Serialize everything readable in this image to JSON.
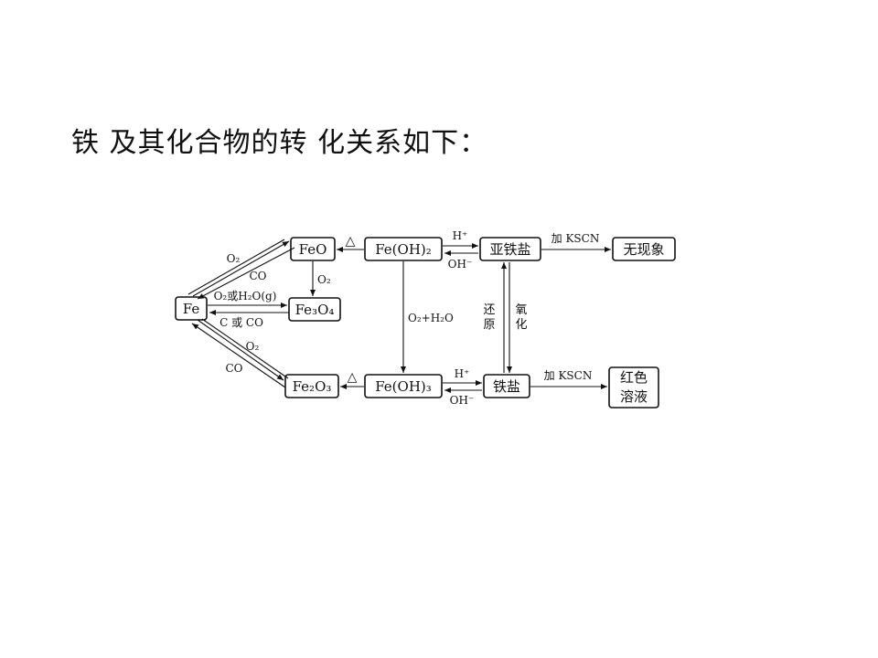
{
  "title": "铁 及其化合物的转 化关系如下：",
  "nodes": {
    "fe": "Fe",
    "feo": "FeO",
    "fe3o4": "Fe₃O₄",
    "fe2o3": "Fe₂O₃",
    "feoh2": "Fe(OH)₂",
    "feoh3": "Fe(OH)₃",
    "ferrous_salt": "亚铁盐",
    "ferric_salt": "铁盐",
    "no_phenomenon": "无现象",
    "red_solution_line1": "红色",
    "red_solution_line2": "溶液"
  },
  "edge_labels": {
    "fe_feo_forward": "O₂",
    "fe_feo_reverse": "CO",
    "feo_to_fe3o4": "O₂",
    "fe_fe3o4_forward": "O₂或H₂O(g)",
    "fe_fe3o4_reverse": "C 或 CO",
    "fe_fe2o3_forward": "O₂",
    "fe_fe2o3_reverse": "CO",
    "heat": "△",
    "heat_bottom": "△",
    "acid": "H⁺",
    "base": "OH⁻",
    "acid_bottom": "H⁺",
    "base_bottom": "OH⁻",
    "feoh2_to_feoh3": "O₂+H₂O",
    "reduction_1": "还",
    "reduction_2": "原",
    "oxidation_1": "氧",
    "oxidation_2": "化",
    "kscn_top": "加 KSCN",
    "kscn_bottom": "加 KSCN"
  }
}
